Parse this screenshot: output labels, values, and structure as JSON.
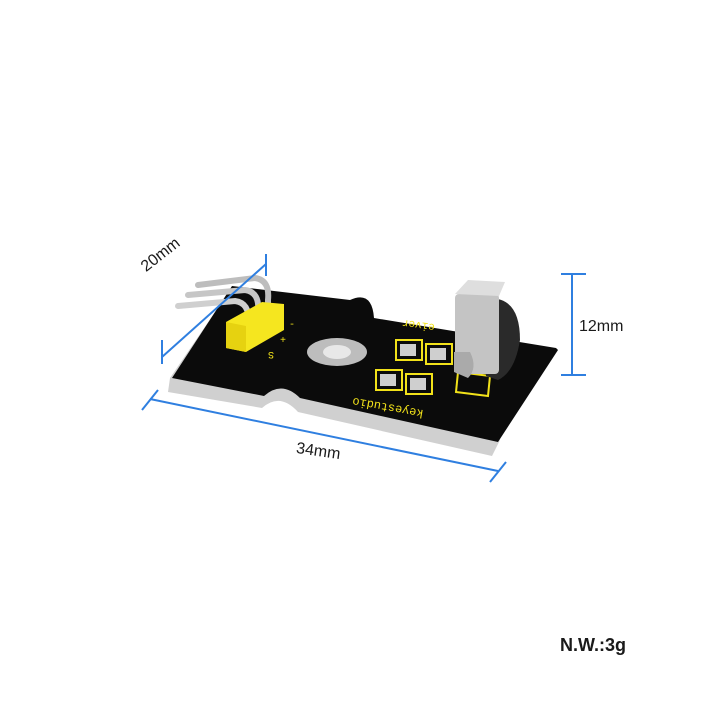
{
  "product": {
    "brand_silkscreen": "keyestudio",
    "module_silkscreen": "eiver",
    "pin_labels": [
      "-",
      "+",
      "S"
    ]
  },
  "dimensions": {
    "width_label": "20mm",
    "height_label": "12mm",
    "length_label": "34mm",
    "line_color": "#2f7fe0"
  },
  "weight": {
    "label": "N.W.:3g"
  },
  "colors": {
    "pcb": "#0b0b0b",
    "pcb_edge": "#d9d9d9",
    "silkscreen": "#f2e21a",
    "header": "#f5e61f",
    "metal": "#c8c8c8"
  }
}
